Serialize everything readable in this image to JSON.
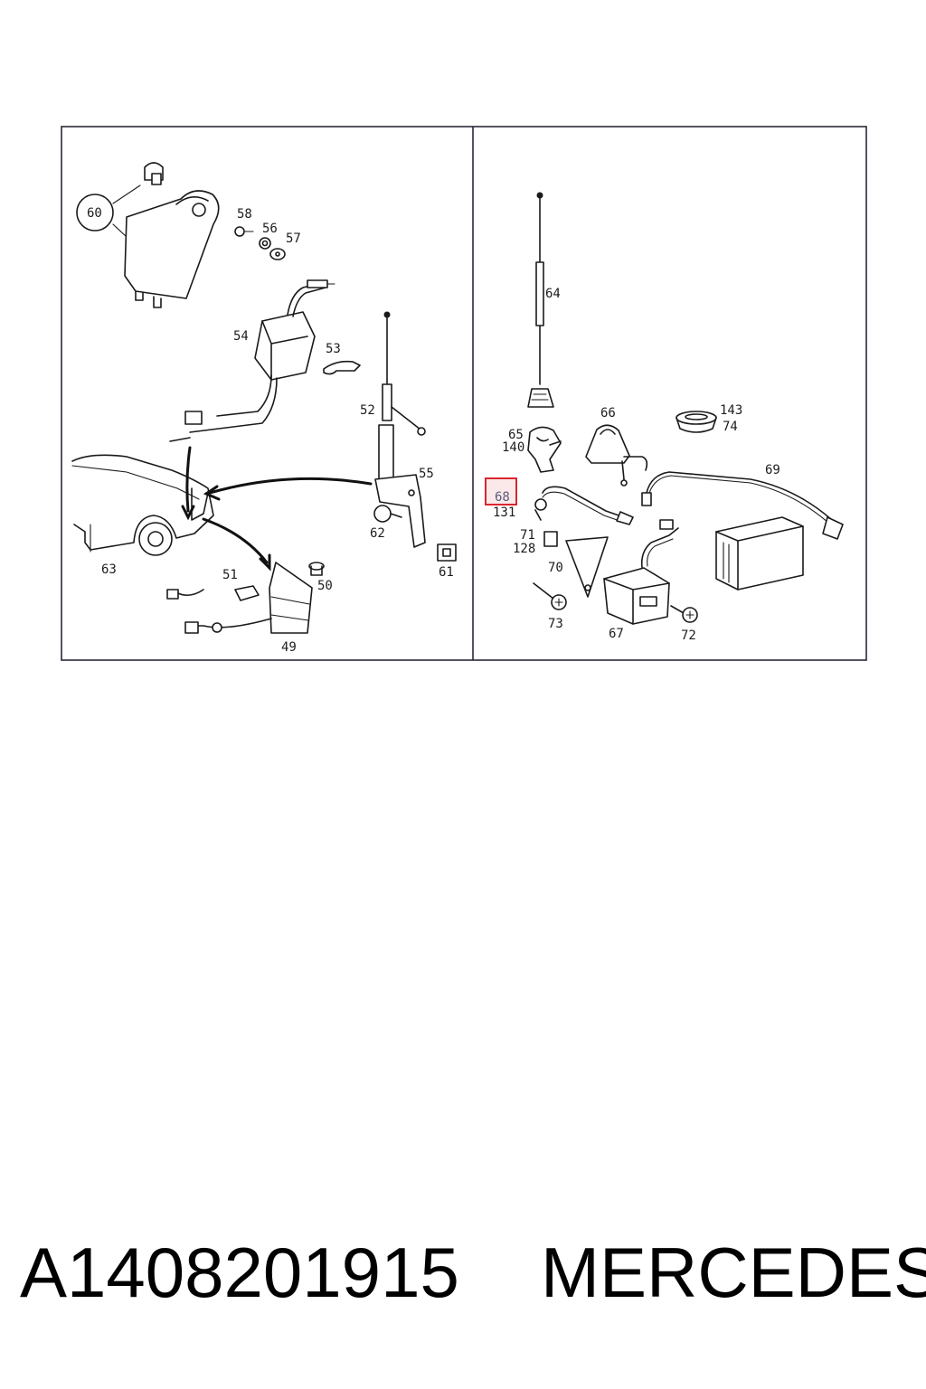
{
  "diagram": {
    "left_panel_labels": {
      "l60": "60",
      "l58": "58",
      "l56": "56",
      "l57": "57",
      "l54": "54",
      "l53": "53",
      "l52": "52",
      "l55": "55",
      "l62": "62",
      "l61": "61",
      "l63": "63",
      "l51": "51",
      "l50": "50",
      "l49": "49"
    },
    "right_panel_labels": {
      "l64": "64",
      "l66": "66",
      "l143": "143",
      "l74": "74",
      "l65": "65",
      "l140": "140",
      "l69": "69",
      "l68": "68",
      "l131": "131",
      "l71": "71",
      "l128": "128",
      "l70": "70",
      "l73": "73",
      "l67": "67",
      "l72": "72"
    },
    "highlighted_label": "68",
    "highlight_color": "#d9262f",
    "highlight_fill": "#fbe9ea"
  },
  "footer": {
    "part_number": "A1408201915",
    "brand": "MERCEDES"
  }
}
